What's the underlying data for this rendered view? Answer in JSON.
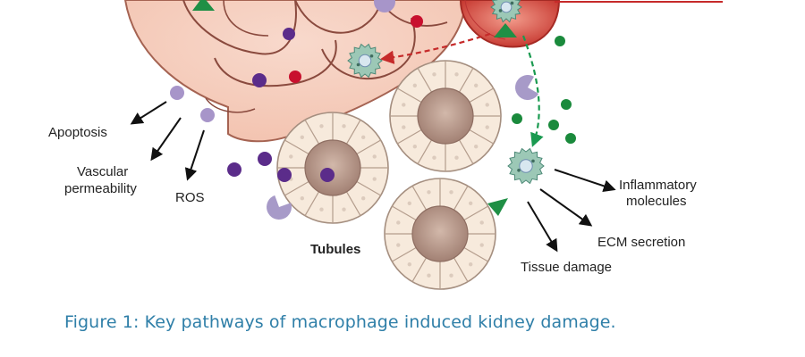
{
  "labels": {
    "apoptosis": "Apoptosis",
    "vascular_1": "Vascular",
    "vascular_2": "permeability",
    "ros": "ROS",
    "tubules": "Tubules",
    "inflammatory_1": "Inflammatory",
    "inflammatory_2": "molecules",
    "ecm": "ECM secretion",
    "tissue": "Tissue damage"
  },
  "caption": "Figure 1: Key pathways of macrophage induced kidney damage.",
  "colors": {
    "glomerulus_fill": "#f6d2c4",
    "glomerulus_stroke": "#9a5a4a",
    "tubule_cell": "#f7eadc",
    "tubule_center": "#b8978a",
    "macrophage": "#9cc8b6",
    "purple_dot": "#5b2c8a",
    "lilac_dot": "#a795c9",
    "red_dot": "#c8102e",
    "green_dot": "#1a8a3c",
    "green_triangle": "#1f8f45",
    "pacman": "#a79ac8",
    "vessel": "#d2433a",
    "caption": "#2f7fa8"
  }
}
